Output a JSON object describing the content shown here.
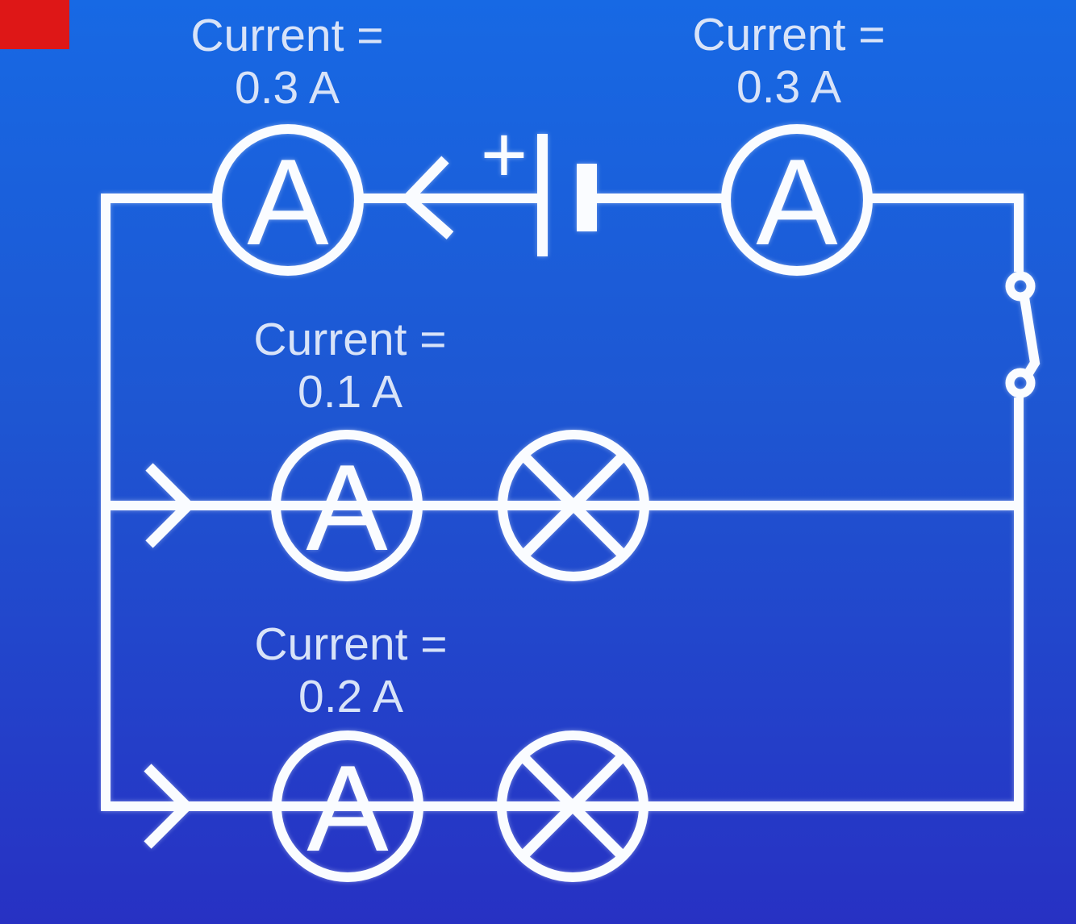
{
  "colors": {
    "background_top": "#1769e4",
    "background_mid": "#1e56d2",
    "background_bottom": "#2731c3",
    "wire": "#fafcff",
    "label_text": "#d8e3f8",
    "corner_marker": "#de1717"
  },
  "annotations": {
    "main_left": {
      "line1": "Current =",
      "line2": "0.3 A"
    },
    "main_right": {
      "line1": "Current =",
      "line2": "0.3 A"
    },
    "branch_1": {
      "line1": "Current =",
      "line2": "0.1 A"
    },
    "branch_2": {
      "line1": "Current =",
      "line2": "0.2 A"
    }
  },
  "symbols": {
    "ammeter_letter": "A",
    "battery_positive": "+"
  }
}
